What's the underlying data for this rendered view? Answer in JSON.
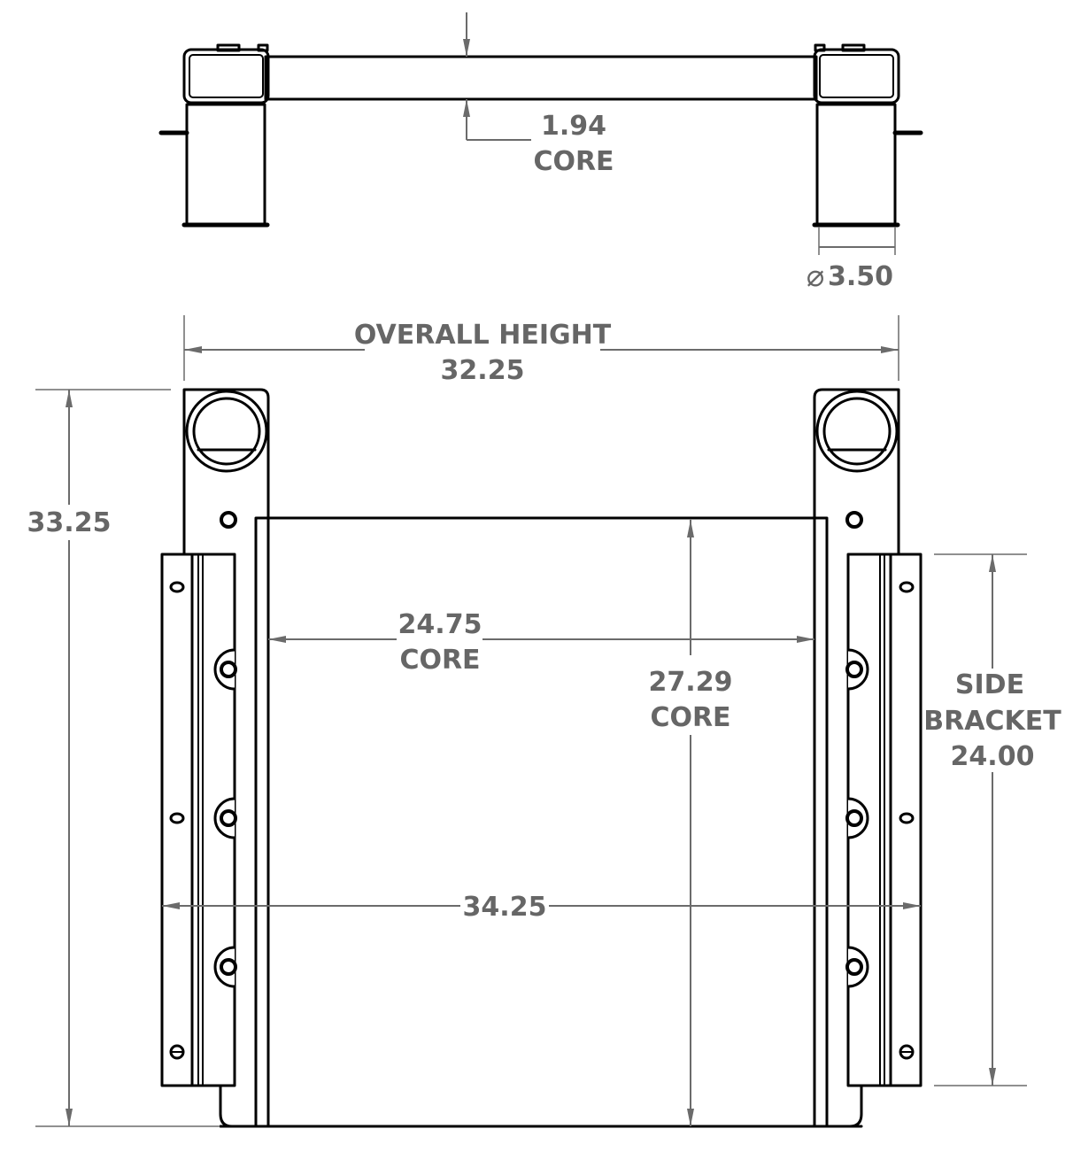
{
  "dimensions": {
    "core_depth": {
      "value": "1.94",
      "label": "CORE"
    },
    "port_diameter": {
      "symbol": "⌀",
      "value": "3.50"
    },
    "overall_height": {
      "label": "OVERALL HEIGHT",
      "value": "32.25"
    },
    "overall_width": {
      "value": "33.25"
    },
    "core_width": {
      "value": "24.75",
      "label": "CORE"
    },
    "core_height": {
      "value": "27.29",
      "label": "CORE"
    },
    "side_bracket": {
      "line1": "SIDE",
      "line2": "BRACKET",
      "value": "24.00"
    },
    "mount_span": {
      "value": "34.25"
    }
  },
  "colors": {
    "outline": "#000000",
    "dimension": "#666666",
    "background": "#ffffff"
  }
}
